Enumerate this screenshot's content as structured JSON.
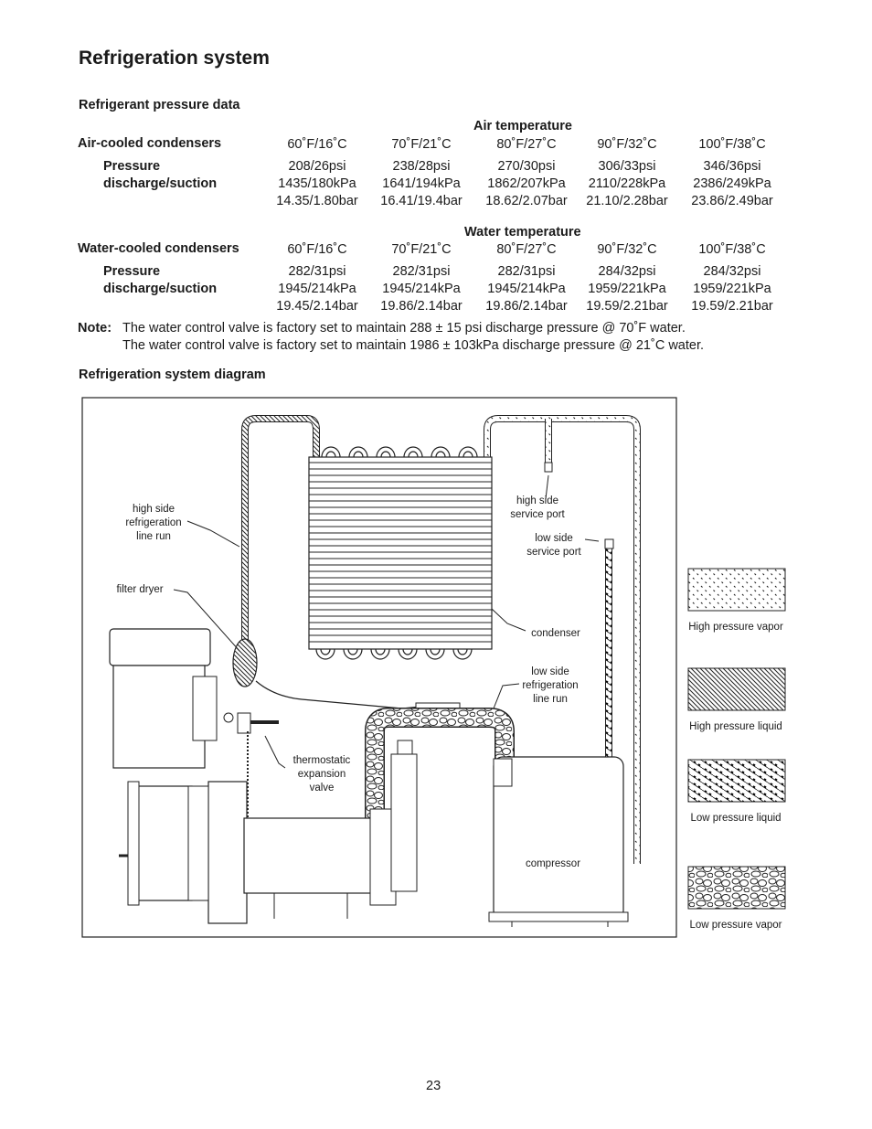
{
  "title": "Refrigeration system",
  "section1": "Refrigerant pressure data",
  "air": {
    "heading": "Air temperature",
    "row_label": "Air-cooled condensers",
    "pressure_label": [
      "Pressure",
      "discharge/suction"
    ],
    "temps": [
      "60˚F/16˚C",
      "70˚F/21˚C",
      "80˚F/27˚C",
      "90˚F/32˚C",
      "100˚F/38˚C"
    ],
    "values": [
      [
        "208/26psi",
        "1435/180kPa",
        "14.35/1.80bar"
      ],
      [
        "238/28psi",
        "1641/194kPa",
        "16.41/19.4bar"
      ],
      [
        "270/30psi",
        "1862/207kPa",
        "18.62/2.07bar"
      ],
      [
        "306/33psi",
        "2110/228kPa",
        "21.10/2.28bar"
      ],
      [
        "346/36psi",
        "2386/249kPa",
        "23.86/2.49bar"
      ]
    ]
  },
  "water": {
    "heading": "Water temperature",
    "row_label": "Water-cooled condensers",
    "pressure_label": [
      "Pressure",
      "discharge/suction"
    ],
    "temps": [
      "60˚F/16˚C",
      "70˚F/21˚C",
      "80˚F/27˚C",
      "90˚F/32˚C",
      "100˚F/38˚C"
    ],
    "values": [
      [
        "282/31psi",
        "1945/214kPa",
        "19.45/2.14bar"
      ],
      [
        "282/31psi",
        "1945/214kPa",
        "19.86/2.14bar"
      ],
      [
        "282/31psi",
        "1945/214kPa",
        "19.86/2.14bar"
      ],
      [
        "284/32psi",
        "1959/221kPa",
        "19.59/2.21bar"
      ],
      [
        "284/32psi",
        "1959/221kPa",
        "19.59/2.21bar"
      ]
    ]
  },
  "note": {
    "label": "Note:",
    "line1": "The water control valve is factory set to maintain 288 ± 15 psi discharge pressure @ 70˚F water.",
    "line2": "The water control valve is factory set to maintain 1986 ± 103kPa discharge pressure @ 21˚C water."
  },
  "section2": "Refrigeration system diagram",
  "diagram_labels": {
    "high_side_line": [
      "high side",
      "refrigeration",
      "line run"
    ],
    "filter_dryer": [
      "filter dryer"
    ],
    "high_side_port": [
      "high side",
      "service port"
    ],
    "low_side_port": [
      "low side",
      "service port"
    ],
    "condenser": [
      "condenser"
    ],
    "low_side_line": [
      "low side",
      "refrigeration",
      "line run"
    ],
    "txv": [
      "thermostatic",
      "expansion",
      "valve"
    ],
    "compressor": [
      "compressor"
    ]
  },
  "legend": [
    "High pressure vapor",
    "High pressure liquid",
    "Low pressure liquid",
    "Low pressure vapor"
  ],
  "page_number": "23"
}
